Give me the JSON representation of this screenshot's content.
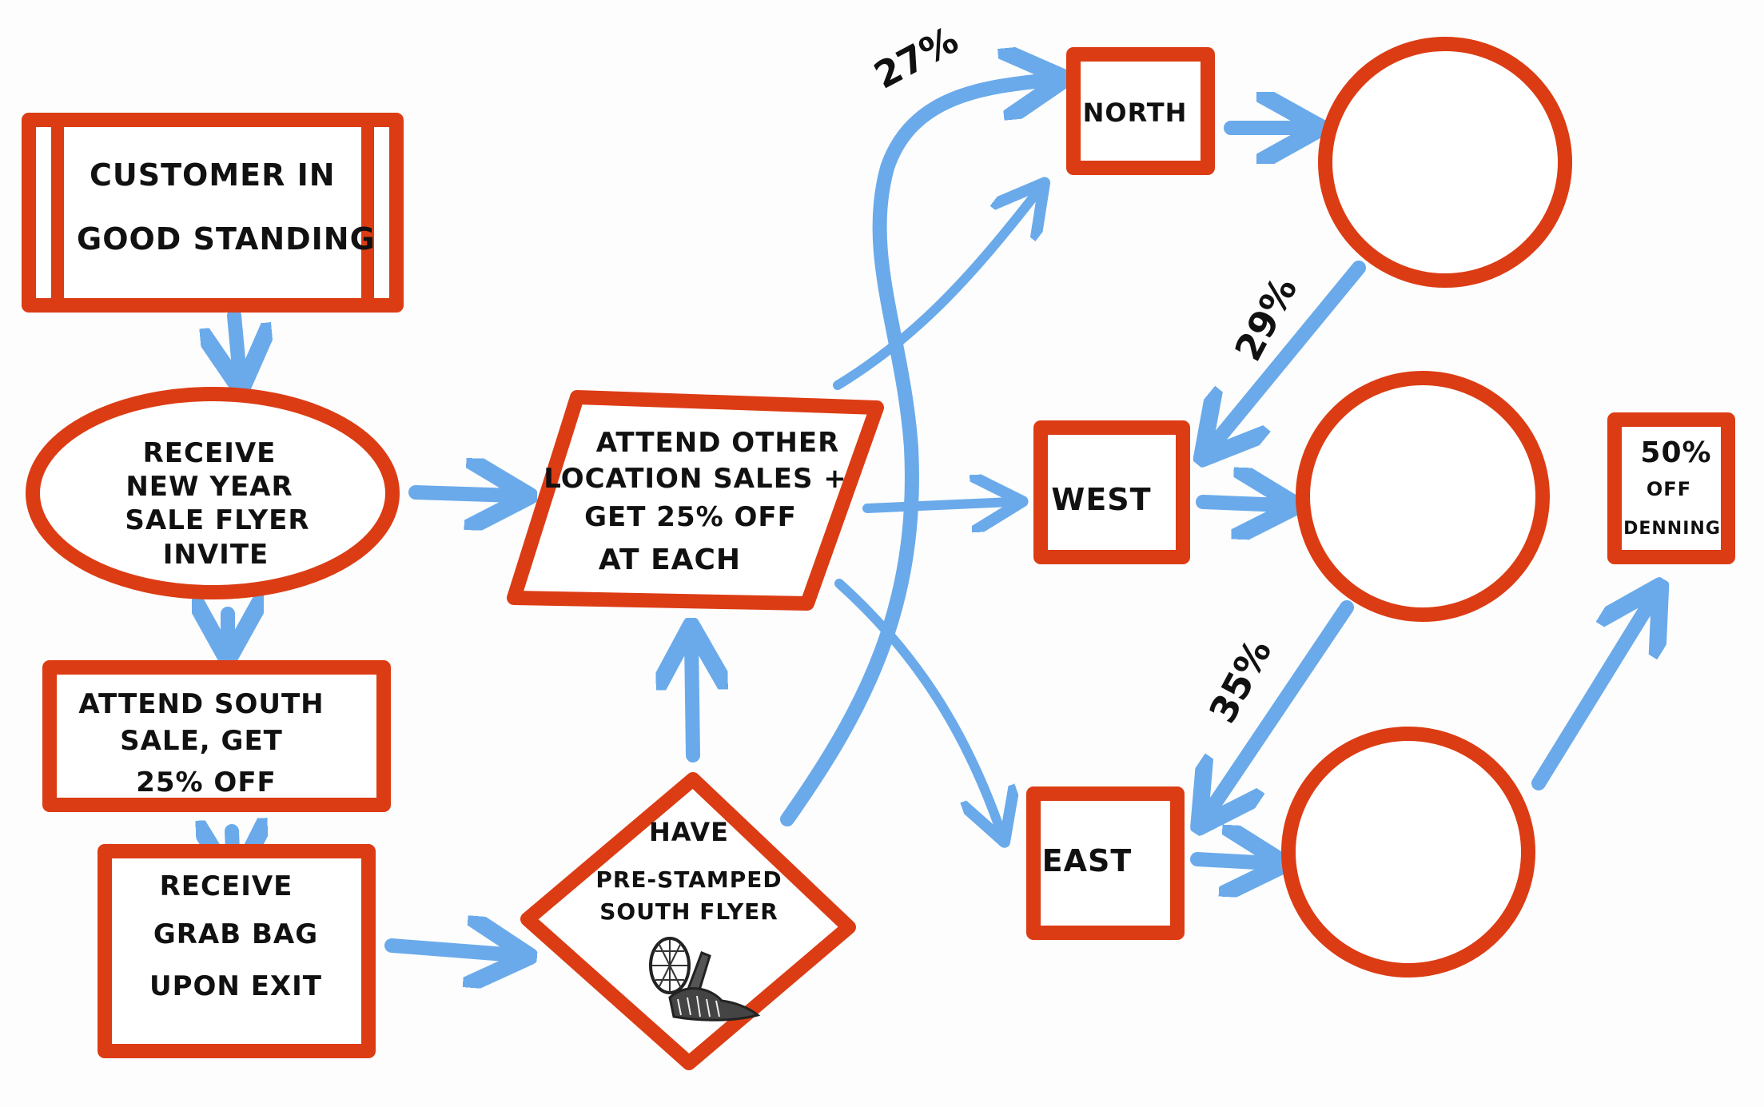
{
  "diagram": {
    "colors": {
      "node_border": "#dc3c14",
      "arrow": "#6aaaea",
      "text": "#111111",
      "background": "#fdfdfd"
    },
    "nodes": {
      "customer": {
        "shape": "predefined-process",
        "lines": [
          "CUSTOMER IN",
          "GOOD STANDING"
        ]
      },
      "flyer": {
        "shape": "ellipse",
        "lines": [
          "RECEIVE",
          "NEW YEAR",
          "SALE FLYER",
          "INVITE"
        ]
      },
      "south_sale": {
        "shape": "rectangle",
        "lines": [
          "ATTEND SOUTH",
          "SALE, GET",
          "25% OFF"
        ]
      },
      "grab_bag": {
        "shape": "rectangle",
        "lines": [
          "RECEIVE",
          "GRAB BAG",
          "UPON EXIT"
        ]
      },
      "decision": {
        "shape": "diamond",
        "lines": [
          "HAVE",
          "PRE-STAMPED",
          "SOUTH FLYER"
        ],
        "stamp_icon": "thumbs-up-mascot-stamp"
      },
      "other_sales": {
        "shape": "parallelogram",
        "lines": [
          "ATTEND OTHER",
          "LOCATION SALES +",
          "GET 25% OFF",
          "AT EACH"
        ]
      },
      "north": {
        "shape": "rectangle",
        "lines": [
          "NORTH"
        ]
      },
      "west": {
        "shape": "rectangle",
        "lines": [
          "WEST"
        ]
      },
      "east": {
        "shape": "rectangle",
        "lines": [
          "EAST"
        ]
      },
      "north_circle": {
        "shape": "circle",
        "lines": []
      },
      "west_circle": {
        "shape": "circle",
        "lines": []
      },
      "east_circle": {
        "shape": "circle",
        "lines": []
      },
      "final": {
        "shape": "rectangle",
        "lines": [
          "50%",
          "OFF",
          "DENNING"
        ]
      }
    },
    "edges": [
      {
        "from": "customer",
        "to": "flyer",
        "label": ""
      },
      {
        "from": "flyer",
        "to": "other_sales",
        "label": ""
      },
      {
        "from": "flyer",
        "to": "south_sale",
        "label": ""
      },
      {
        "from": "south_sale",
        "to": "grab_bag",
        "label": ""
      },
      {
        "from": "grab_bag",
        "to": "decision",
        "label": ""
      },
      {
        "from": "decision",
        "to": "other_sales",
        "label": ""
      },
      {
        "from": "decision",
        "to": "north",
        "label": "27%"
      },
      {
        "from": "other_sales",
        "to": "north",
        "label": ""
      },
      {
        "from": "other_sales",
        "to": "west",
        "label": ""
      },
      {
        "from": "other_sales",
        "to": "east",
        "label": ""
      },
      {
        "from": "north",
        "to": "north_circle",
        "label": ""
      },
      {
        "from": "north_circle",
        "to": "west",
        "label": "29%"
      },
      {
        "from": "west",
        "to": "west_circle",
        "label": ""
      },
      {
        "from": "west_circle",
        "to": "east",
        "label": "35%"
      },
      {
        "from": "east",
        "to": "east_circle",
        "label": ""
      },
      {
        "from": "east_circle",
        "to": "final",
        "label": ""
      }
    ],
    "percent_labels": {
      "decision_to_north": "27%",
      "north_circle_to_west": "29%",
      "west_circle_to_east": "35%"
    }
  }
}
